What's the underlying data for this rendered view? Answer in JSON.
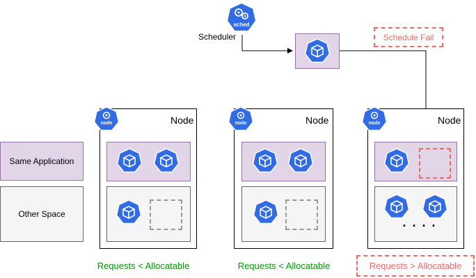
{
  "scheduler": {
    "label": "Scheduler",
    "badge": "sched"
  },
  "schedule_fail": "Schedule Fail",
  "nodes": [
    {
      "title": "Node",
      "badge": "node",
      "status": "Requests < Allocatable"
    },
    {
      "title": "Node",
      "badge": "node",
      "status": "Requests < Allocatable"
    },
    {
      "title": "Node",
      "badge": "node",
      "status": "Requests > Allocatable"
    }
  ],
  "legend": {
    "same_app": "Same Application",
    "other_space": "Other Space"
  },
  "ellipsis": ". . . .",
  "colors": {
    "k8s_blue": "#326ce5",
    "app_fill": "#e1d5e7",
    "app_border": "#9673a6",
    "other_fill": "#f5f5f5",
    "fail_red": "#ea6b66",
    "ok_green": "#009900"
  },
  "icons": [
    "kubernetes-pod-icon",
    "kubernetes-node-icon",
    "kubernetes-scheduler-icon"
  ]
}
